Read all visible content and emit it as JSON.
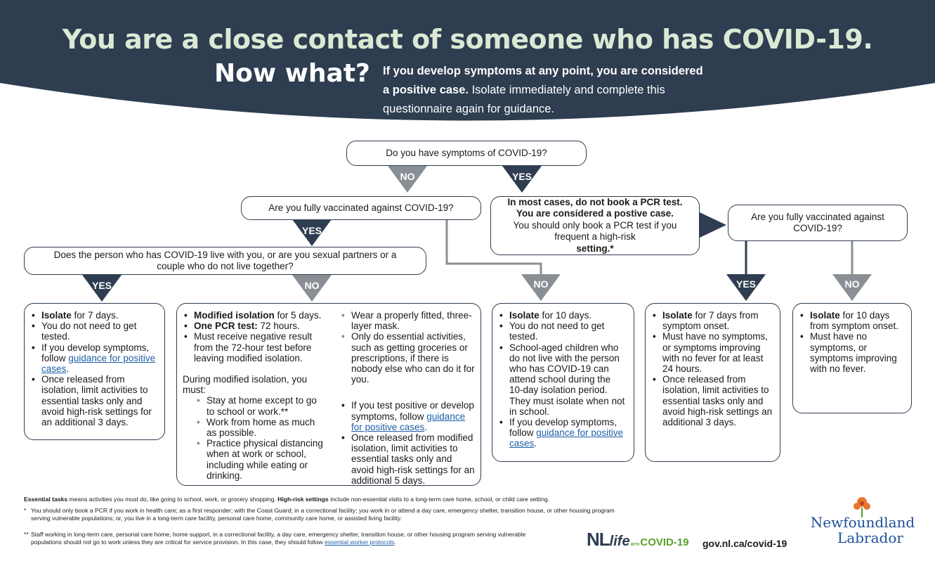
{
  "header": {
    "title_line1": "You are a close contact of someone who has COVID-19.",
    "title_line2": "Now what?",
    "subtitle_bold": "If you develop symptoms at any point, you are considered a positive case.",
    "subtitle_rest": " Isolate immediately and complete this questionnaire again for guidance."
  },
  "flow": {
    "q_symptoms": "Do you have symptoms of COVID-19?",
    "q_vaccinated_left": "Are you fully vaccinated against COVID-19?",
    "q_live_with": "Does the person who has COVID-19 live with you, or are you sexual partners or a couple who do not live together?",
    "pcr_line1": "In most cases, do not book a PCR test.",
    "pcr_line2": "You are considered a postive case.",
    "pcr_line3": "You should only book a PCR test if you frequent a high-risk",
    "pcr_line3_bold": "setting.*",
    "q_vaccinated_right": "Are you fully vaccinated against COVID-19?",
    "labels": {
      "no": "NO",
      "yes": "YES"
    }
  },
  "outcomes": {
    "a": {
      "b1_bold": "Isolate",
      "b1_rest": " for 7 days.",
      "b2": "You do not need to get tested.",
      "b3_pre": "If you develop symptoms, follow ",
      "b3_link": "guidance for positive cases",
      "b3_post": ".",
      "b4": "Once released from isolation, limit activities to essential tasks only and avoid high-risk settings for an additional 3 days."
    },
    "b": {
      "b1_bold": "Modified isolation",
      "b1_rest": " for 5 days.",
      "b2_bold": "One PCR test:",
      "b2_rest": " 72 hours.",
      "b3": "Must receive negative result from the 72-hour test before leaving modified isolation.",
      "intro": "During modified isolation, you must:",
      "s1": "Stay at home except to go to school or work.**",
      "s2": "Work from home as much as possible.",
      "s3": "Practice physical distancing when at work or school, including while eating or drinking.",
      "r1": "Wear a properly fitted, three-layer mask.",
      "r2": "Only do essential activities, such as getting groceries or prescriptions, if there is nobody else who can do it for you.",
      "r3_pre": "If you test positive or develop symptoms, follow ",
      "r3_link": "guidance for positive cases",
      "r3_post": ".",
      "r4": "Once released from modified isolation, limit activities to essential tasks only and avoid high-risk settings for an additional 5 days."
    },
    "c": {
      "b1_bold": "Isolate",
      "b1_rest": " for 10 days.",
      "b2": "You do not need to get tested.",
      "b3": "School-aged children who do not live with the person who has COVID-19 can attend school during the 10-day isolation period. They must isolate when not in school.",
      "b4_pre": "If you develop symptoms, follow ",
      "b4_link": "guidance for positive cases",
      "b4_post": "."
    },
    "d": {
      "b1_bold": "Isolate",
      "b1_rest": " for 7 days from symptom onset.",
      "b2": "Must have no symptoms, or symptoms improving with no fever for at least 24 hours.",
      "b3": "Once released from isolation, limit activities to essential tasks only and avoid high-risk settings an additional 3 days."
    },
    "e": {
      "b1_bold": "Isolate",
      "b1_rest": " for 10 days from symptom onset.",
      "b2": "Must have no symptoms, or symptoms improving with no fever."
    }
  },
  "footer": {
    "essential_bold": "Essential tasks",
    "essential_rest": " means activities you must do, like going to school, work, or grocery shopping. ",
    "highrisk_bold": "High-risk settings",
    "highrisk_rest": " include non-essential visits to a long-term care home, school, or child care setting.",
    "note1_mark": "*",
    "note1": "You should only book a PCR if you work in health care; as a first responder; with the Coast Guard; in a correctional facility; you work in or attend a day care, emergency shelter, transition house, or other housing program serving vulnerable populations; or, you live in a long-term care facility, personal care home, community care home, or assisted living facility.",
    "note2_mark": "**",
    "note2": "Staff working in long-term care, personal care home, home support, in a correctional facility, a day care, emergency shelter, transition house, or other housing program serving vulnerable populations should not go to work unless they are critical for service provision. In this case, they should follow ",
    "note2_link": "essential worker protocols",
    "note2_post": ".",
    "logo_nl": "NL",
    "logo_life": "life",
    "logo_with": "WITH",
    "logo_covid": "COVID-19",
    "url": "gov.nl.ca/covid-19",
    "gov_logo_line1": "Newfoundland",
    "gov_logo_line2": "Labrador"
  },
  "colors": {
    "navy": "#2e3d50",
    "grey_arrow": "#8a8f96",
    "title_green": "#dbe9d4",
    "link": "#1f5fa8",
    "nl_green": "#5aa02c",
    "flower_orange": "#e8772e"
  }
}
